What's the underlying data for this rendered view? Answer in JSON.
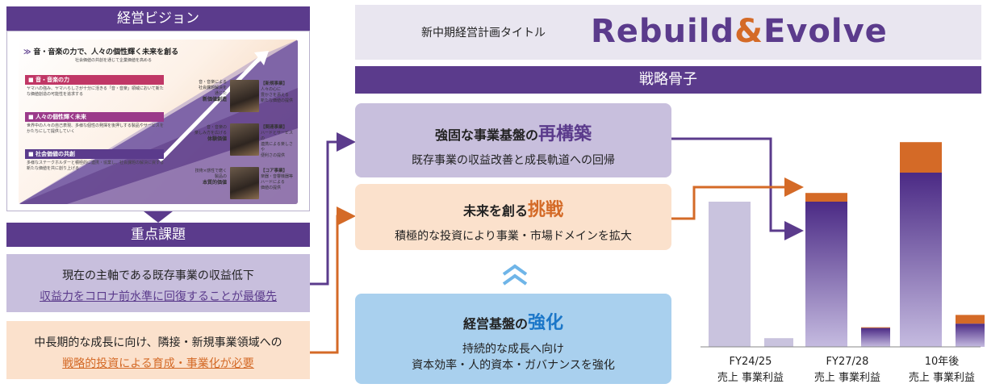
{
  "vision": {
    "title": "経営ビジョン",
    "headline": "音・音楽の力で、人々の個性輝く未来を創る",
    "subline": "社会価値の共創を通じて企業価値を高める",
    "rows": [
      {
        "head": "■ 音・音楽の力",
        "text": "ヤマハの強み、ヤマハらしさが十分に活きる「音・音楽」領域において新たな価値創造の可能性を追求する",
        "mid_lines": [
          "音・音楽による",
          "社会課題解決を",
          "通じた"
        ],
        "mid_bold": "新価値創造",
        "right_head": "【新規事業】",
        "right_lines": [
          "人々の心に",
          "豊かさを添える",
          "新たな価値の提供"
        ]
      },
      {
        "head": "■ 人々の個性輝く未来",
        "text": "世界中の人々の自己表現、多様な個性の発揮を後押しする製品やサービスをかたちにして提供していく",
        "mid_lines": [
          "音・音楽の",
          "楽しみ方を広げる"
        ],
        "mid_bold": "体験価値",
        "right_head": "【関連事業】",
        "right_lines": [
          "ハードとサービスの",
          "連携による楽しさや",
          "便利さの提供"
        ]
      },
      {
        "head": "■ 社会価値の共創",
        "text": "多様なステークホルダーと積極的に連携・協業し、社会課題の解決に資する新たな価値を共に創り上げる",
        "mid_lines": [
          "技術×感性で磨く",
          "製品の"
        ],
        "mid_bold": "本質的価値",
        "right_head": "【コア事業】",
        "right_lines": [
          "楽器・音響機器等",
          "ハードによる",
          "価値の提供"
        ]
      }
    ]
  },
  "issues": {
    "title": "重点課題",
    "items": [
      {
        "text": "現在の主軸である既存事業の収益低下",
        "link": "収益力をコロナ前水準に回復することが最優先"
      },
      {
        "text": "中長期的な成長に向け、隣接・新規事業領域への",
        "link": "戦略的投資による育成・事業化が必要"
      }
    ]
  },
  "plan": {
    "label": "新中期経営計画タイトル",
    "name_part1": "Rebuild",
    "name_amp": "&",
    "name_part2": "Evolve"
  },
  "strategy": {
    "title": "戦略骨子",
    "boxes": [
      {
        "title_pre": "強固な事業基盤の",
        "title_hl": "再構築",
        "desc": "既存事業の収益改善と成長軌道への回帰"
      },
      {
        "title_pre": "未来を創る",
        "title_hl": "挑戦",
        "desc": "積極的な投資により事業・市場ドメインを拡大"
      },
      {
        "title_pre": "経営基盤の",
        "title_hl": "強化",
        "desc_lines": [
          "持続的な成長へ向け",
          "資本効率・人的資本・ガバナンスを強化"
        ]
      }
    ]
  },
  "colors": {
    "purple": "#5b3b8c",
    "orange": "#d46a27",
    "lavender": "#c8bfdd",
    "peach": "#fbe1cc",
    "blue": "#a9d0ee",
    "light_bar": "#c9c3de"
  },
  "chart_data": {
    "type": "bar",
    "categories": [
      "FY24/25",
      "FY27/28",
      "10年後"
    ],
    "sub_labels": [
      "売上 事業利益",
      "売上 事業利益",
      "売上 事業利益"
    ],
    "series": [
      {
        "metric": "売上",
        "base": [
          1.0,
          1.0,
          1.2
        ],
        "growth": [
          0,
          0.06,
          0.21
        ]
      },
      {
        "metric": "事業利益",
        "base": [
          0.06,
          0.13,
          0.16
        ],
        "growth": [
          0,
          0.005,
          0.06
        ]
      }
    ],
    "ylim": [
      0,
      1.5
    ]
  }
}
